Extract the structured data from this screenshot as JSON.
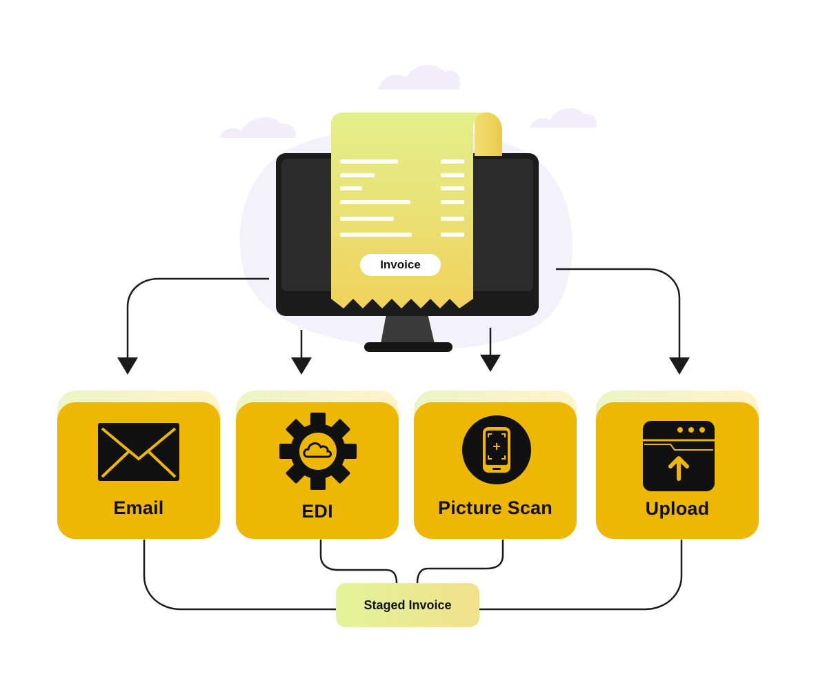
{
  "diagram": {
    "document_label": "Invoice",
    "target_label": "Staged Invoice",
    "sources": [
      {
        "label": "Email",
        "icon": "envelope-icon"
      },
      {
        "label": "EDI",
        "icon": "gear-cloud-icon"
      },
      {
        "label": "Picture Scan",
        "icon": "phone-scan-icon"
      },
      {
        "label": "Upload",
        "icon": "browser-upload-icon"
      }
    ]
  },
  "colors": {
    "card": "#eeb703",
    "monitor": "#1b1b1b",
    "receipt_start": "#e3f08c",
    "receipt_end": "#f0d25c",
    "connector": "#1a1a1a",
    "cloud": "#f1eef9"
  }
}
